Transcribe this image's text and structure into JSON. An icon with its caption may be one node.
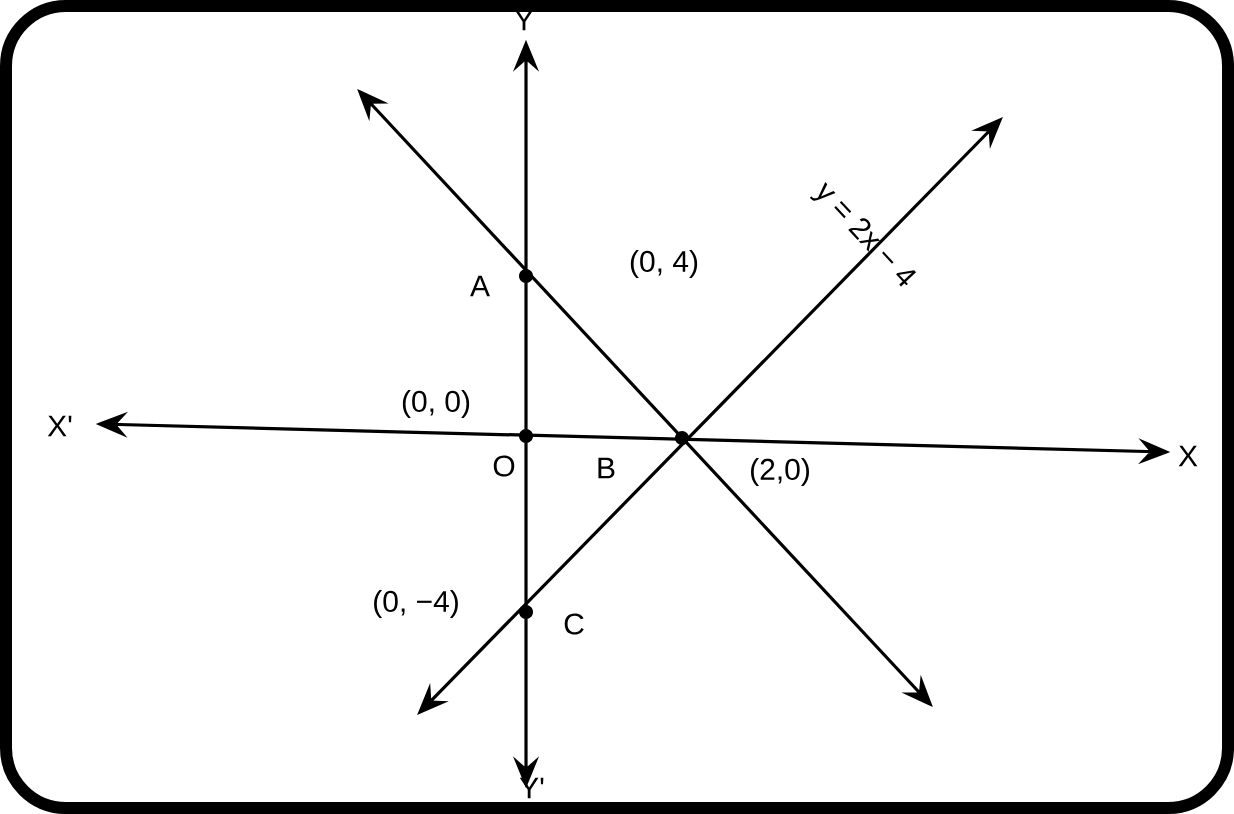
{
  "diagram": {
    "labels": [
      "Y",
      "A",
      "(0, 4)",
      "y = 2x − 4",
      "(0, 0)",
      "X'",
      "X",
      "O",
      "B",
      "(2,0)",
      "(0, −4)",
      "C",
      "Y'"
    ]
  }
}
